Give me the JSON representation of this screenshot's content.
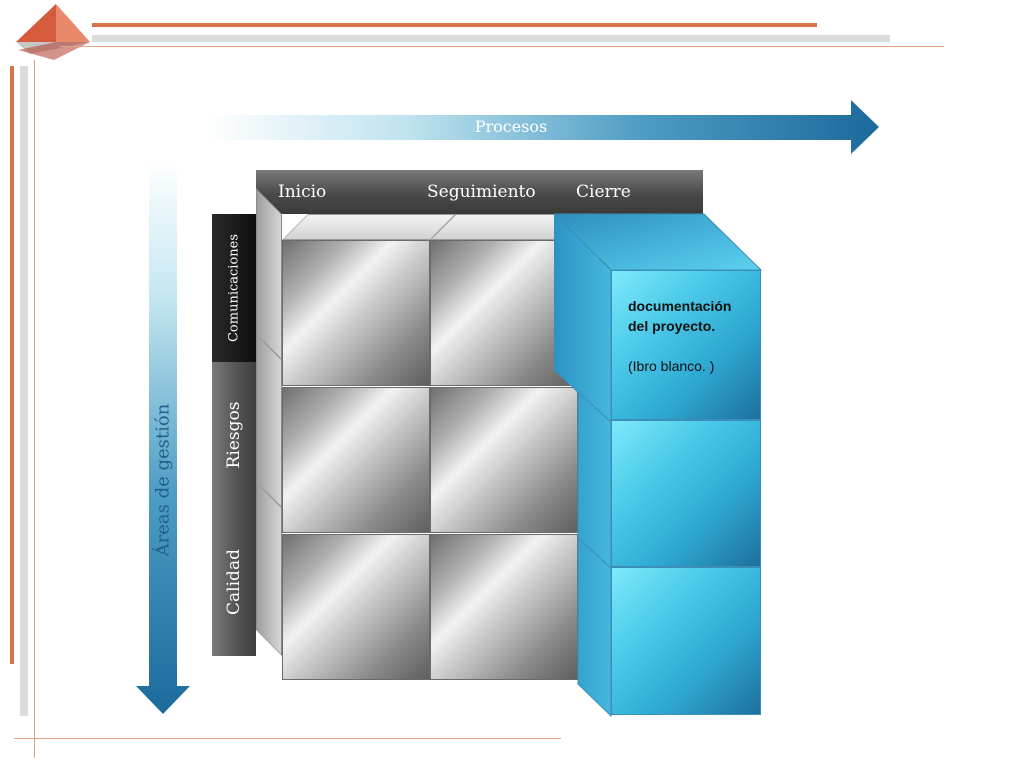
{
  "axes": {
    "processes_label": "Procesos",
    "areas_label": "Áreas de gestión"
  },
  "columns": [
    {
      "label": "Inicio"
    },
    {
      "label": "Seguimiento"
    },
    {
      "label": "Cierre"
    }
  ],
  "rows": [
    {
      "label": "Comunicaciones"
    },
    {
      "label": "Riesgos"
    },
    {
      "label": "Calidad"
    }
  ],
  "highlight_note": {
    "line1": "documentación",
    "line2": "del proyecto.",
    "line3": "(Ibro blanco. )"
  },
  "colors": {
    "accent_orange": "#d8734a",
    "arrow_blue": "#1f6fa0",
    "cube_blue": "#3fc3e4",
    "header_dark": "#4a4a4a"
  }
}
